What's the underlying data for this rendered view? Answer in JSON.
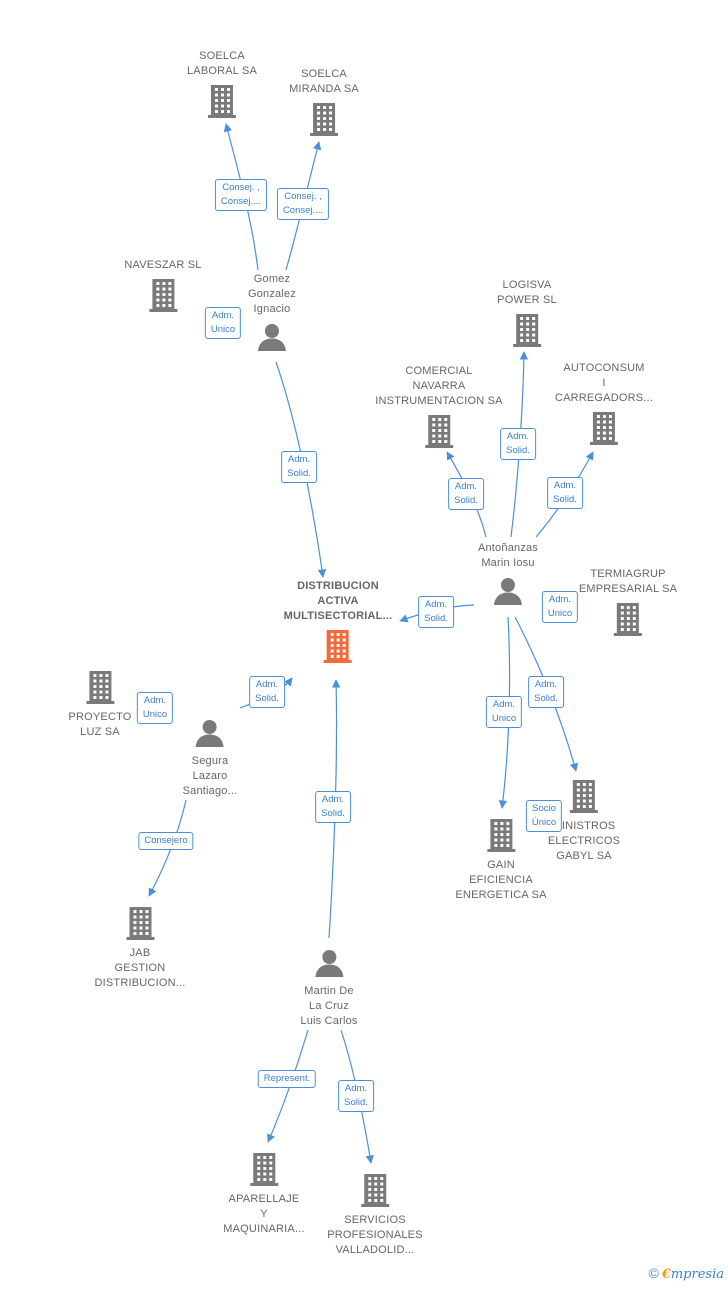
{
  "colors": {
    "edge": "#4a90d9",
    "label_border": "#4a90d9",
    "label_text": "#3a7fcf",
    "node_text": "#666666",
    "icon_company": "#7a7a7a",
    "icon_main": "#f26a3d",
    "icon_person": "#7a7a7a"
  },
  "nodes": [
    {
      "id": "soelca_laboral",
      "type": "company",
      "lines": [
        "SOELCA",
        "LABORAL SA"
      ]
    },
    {
      "id": "soelca_miranda",
      "type": "company",
      "lines": [
        "SOELCA",
        "MIRANDA SA"
      ]
    },
    {
      "id": "naveszar",
      "type": "company",
      "lines": [
        "NAVESZAR SL"
      ]
    },
    {
      "id": "gomez",
      "type": "person",
      "lines": [
        "Gomez",
        "Gonzalez",
        "Ignacio"
      ]
    },
    {
      "id": "logisva",
      "type": "company",
      "lines": [
        "LOGISVA",
        "POWER SL"
      ]
    },
    {
      "id": "comercial_navarra",
      "type": "company",
      "lines": [
        "COMERCIAL",
        "NAVARRA",
        "INSTRUMENTACION SA"
      ]
    },
    {
      "id": "autoconsum",
      "type": "company",
      "lines": [
        "AUTOCONSUM",
        "I",
        "CARREGADORS..."
      ]
    },
    {
      "id": "antonanzas",
      "type": "person",
      "lines": [
        "Antoñanzas",
        "Marin Iosu"
      ]
    },
    {
      "id": "termiagrup",
      "type": "company",
      "lines": [
        "TERMIAGRUP",
        "EMPRESARIAL SA"
      ]
    },
    {
      "id": "distribucion",
      "type": "main",
      "lines": [
        "DISTRIBUCION",
        "ACTIVA",
        "MULTISECTORIAL..."
      ]
    },
    {
      "id": "proyecto_luz",
      "type": "company",
      "lines": [
        "PROYECTO",
        "LUZ SA"
      ]
    },
    {
      "id": "segura",
      "type": "person",
      "lines": [
        "Segura",
        "Lazaro",
        "Santiago..."
      ]
    },
    {
      "id": "gain",
      "type": "company",
      "lines": [
        "GAIN",
        "EFICIENCIA",
        "ENERGETICA SA"
      ]
    },
    {
      "id": "suministros",
      "type": "company",
      "lines": [
        "MINISTROS",
        "ELECTRICOS",
        "GABYL SA"
      ]
    },
    {
      "id": "jab",
      "type": "company",
      "lines": [
        "JAB",
        "GESTION",
        "DISTRIBUCION..."
      ]
    },
    {
      "id": "martin",
      "type": "person",
      "lines": [
        "Martin De",
        "La Cruz",
        "Luis Carlos"
      ]
    },
    {
      "id": "aparellaje",
      "type": "company",
      "lines": [
        "APARELLAJE",
        "Y",
        "MAQUINARIA..."
      ]
    },
    {
      "id": "servicios",
      "type": "company",
      "lines": [
        "SERVICIOS",
        "PROFESIONALES",
        "VALLADOLID..."
      ]
    }
  ],
  "edges": [
    {
      "id": "gomez-soelca-laboral",
      "lines": [
        "Consej. ,",
        "Consej...."
      ]
    },
    {
      "id": "gomez-soelca-miranda",
      "lines": [
        "Consej. ,",
        "Consej...."
      ]
    },
    {
      "id": "gomez-naveszar",
      "lines": [
        "Adm.",
        "Unico"
      ]
    },
    {
      "id": "gomez-distribucion",
      "lines": [
        "Adm.",
        "Solid."
      ]
    },
    {
      "id": "antonanzas-comercial",
      "lines": [
        "Adm.",
        "Solid."
      ]
    },
    {
      "id": "antonanzas-logisva",
      "lines": [
        "Adm.",
        "Solid."
      ]
    },
    {
      "id": "antonanzas-autoconsum",
      "lines": [
        "Adm.",
        "Solid."
      ]
    },
    {
      "id": "antonanzas-distribucion",
      "lines": [
        "Adm.",
        "Solid."
      ]
    },
    {
      "id": "antonanzas-termiagrup",
      "lines": [
        "Adm.",
        "Unico"
      ]
    },
    {
      "id": "antonanzas-gain",
      "lines": [
        "Adm.",
        "Unico"
      ]
    },
    {
      "id": "antonanzas-suministros",
      "lines": [
        "Adm.",
        "Solid."
      ]
    },
    {
      "id": "gain-suministros",
      "lines": [
        "Socio",
        "Único"
      ]
    },
    {
      "id": "segura-proyecto",
      "lines": [
        "Adm.",
        "Unico"
      ]
    },
    {
      "id": "segura-distribucion",
      "lines": [
        "Adm.",
        "Solid."
      ]
    },
    {
      "id": "segura-jab",
      "lines": [
        "Consejero"
      ]
    },
    {
      "id": "martin-distribucion",
      "lines": [
        "Adm.",
        "Solid."
      ]
    },
    {
      "id": "martin-aparellaje",
      "lines": [
        "Represent."
      ]
    },
    {
      "id": "martin-servicios",
      "lines": [
        "Adm.",
        "Solid."
      ]
    }
  ],
  "footer": {
    "copyright": "©",
    "brand_first": "€",
    "brand_rest": "mpresia"
  }
}
